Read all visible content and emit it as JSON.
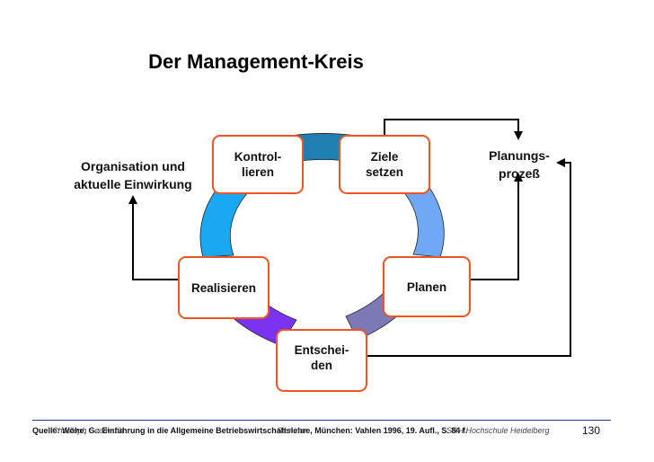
{
  "title": "Der Management-Kreis",
  "boxes": {
    "kontrollieren": [
      "Kontrol-",
      "lieren"
    ],
    "ziele": [
      "Ziele",
      "setzen"
    ],
    "planen": [
      "Planen"
    ],
    "entscheiden": [
      "Entschei-",
      "den"
    ],
    "realisieren": [
      "Realisieren"
    ]
  },
  "side_left": [
    "Organisation und",
    "aktuelle Einwirkung"
  ],
  "side_right": [
    "Planungs-",
    "prozeß"
  ],
  "footer": {
    "source": "Quelle: Wöhe, G.: Einführung in die Allgemeine Betriebswirtschaftslehre, München: Vahlen 1996, 19. Aufl., S. 84 f.",
    "author": "Christoph Seemann",
    "topic": "Seminar",
    "faculty": "SRH Hochschule Heidelberg",
    "page": "130"
  },
  "colors": {
    "box_border": "#ee5522",
    "footer_rule": "#1e3c9a",
    "ring_top": "#1f7fb0",
    "ring_right": "#6fa8f5",
    "ring_bottom_right": "#7c7ab6",
    "ring_bottom_left": "#7a33ee",
    "ring_left": "#1aa8f0"
  }
}
